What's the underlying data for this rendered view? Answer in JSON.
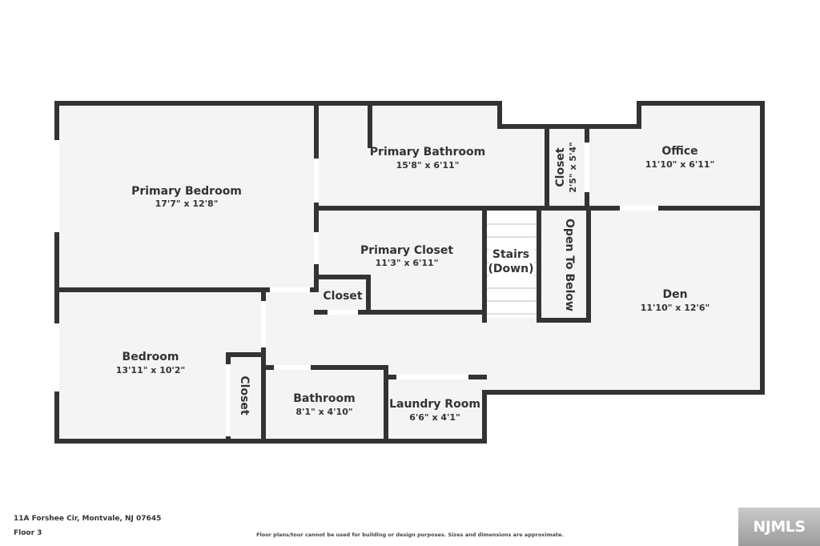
{
  "colors": {
    "wall": "#333333",
    "floor": "#f4f4f4",
    "background": "#ffffff",
    "window": "#ffffff"
  },
  "rooms": {
    "primary_bedroom": {
      "name": "Primary Bedroom",
      "dims": "17'7\" x 12'8\""
    },
    "primary_bathroom": {
      "name": "Primary Bathroom",
      "dims": "15'8\" x 6'11\""
    },
    "closet_small_top": {
      "name": "Closet",
      "dims": "2'5\" x 5'4\""
    },
    "office": {
      "name": "Office",
      "dims": "11'10\" x 6'11\""
    },
    "primary_closet": {
      "name": "Primary Closet",
      "dims": "11'3\" x 6'11\""
    },
    "closet_mid": {
      "name": "Closet"
    },
    "stairs": {
      "line1": "Stairs",
      "line2": "(Down)"
    },
    "open_to_below": {
      "name": "Open To Below"
    },
    "den": {
      "name": "Den",
      "dims": "11'10\" x 12'6\""
    },
    "bedroom": {
      "name": "Bedroom",
      "dims": "13'11\" x 10'2\""
    },
    "closet_bedroom": {
      "name": "Closet"
    },
    "bathroom": {
      "name": "Bathroom",
      "dims": "8'1\" x 4'10\""
    },
    "laundry_room": {
      "name": "Laundry Room",
      "dims": "6'6\" x 4'1\""
    }
  },
  "footer": {
    "address": "11A Forshee Cir, Montvale, NJ 07645",
    "floor": "Floor 3",
    "disclaimer": "Floor plans/tour cannot be used for building or design purposes. Sizes and dimensions are approximate."
  },
  "brand": {
    "logo_text": "NJMLS"
  }
}
